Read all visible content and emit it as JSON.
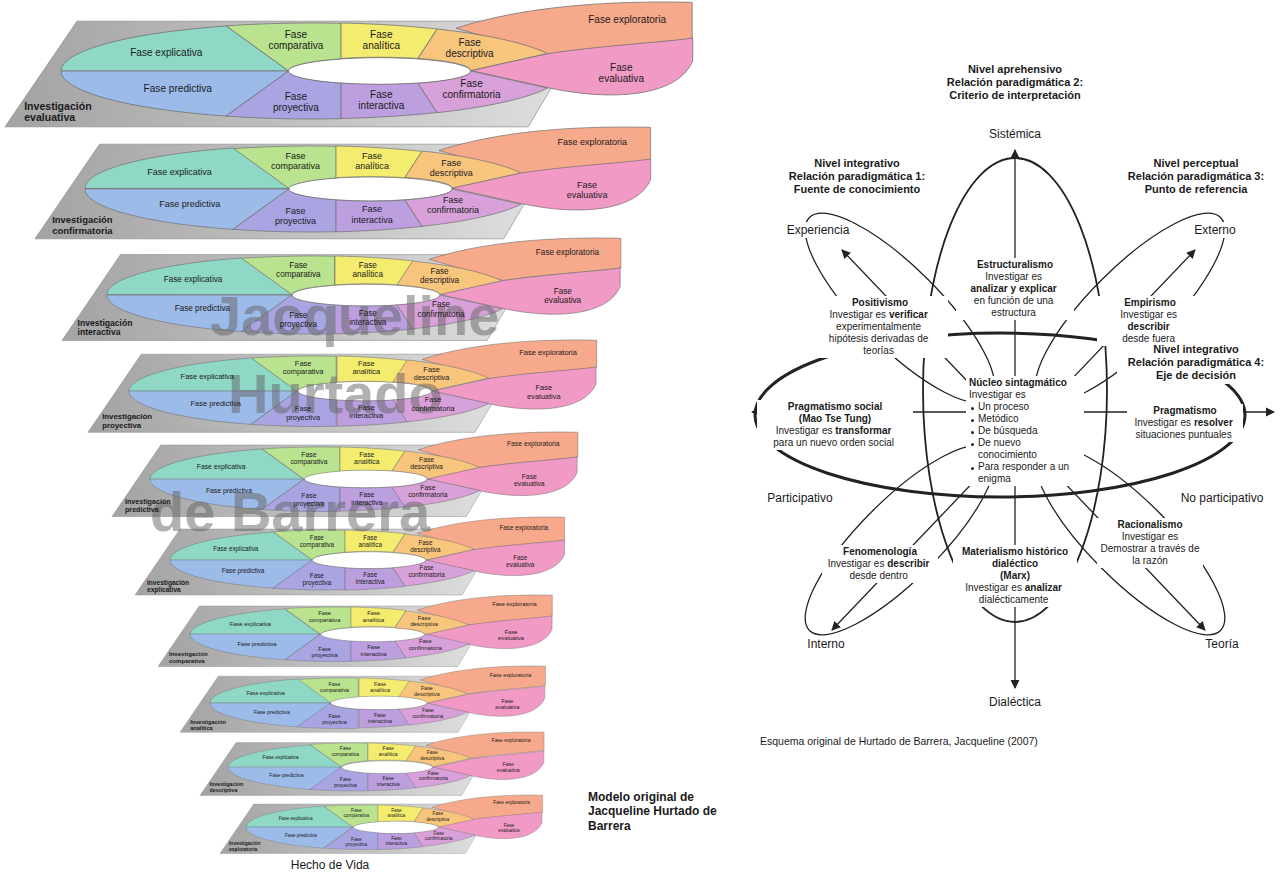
{
  "diagram": {
    "nodes": [
      {
        "text": [
          "Investigación evaluativa"
        ]
      },
      {
        "text": [
          "Fase exploratoria"
        ],
        "in": 0
      },
      {
        "text": [
          "Fase comparativa"
        ],
        "in": 0
      },
      {
        "text": [
          "Fase analítica"
        ],
        "in": 0
      },
      {
        "text": [
          "Fase descriptiva"
        ],
        "in": 0
      },
      {
        "text": [
          "Fase explicativa"
        ],
        "in": 0
      },
      {
        "text": [
          "Fase evaluativa"
        ],
        "in": 0
      },
      {
        "text": [
          "Fase predictiva"
        ],
        "in": 0
      },
      {
        "text": [
          "Fase proyectiva"
        ],
        "in": 0
      },
      {
        "text": [
          "Fase interactiva"
        ],
        "in": 0
      },
      {
        "text": [
          "Fase confirmatoria"
        ],
        "in": 0
      },
      {
        "text": [
          "Investigación confirmatoria"
        ]
      },
      {
        "text": [
          "Fase exploratoria"
        ],
        "in": 11
      },
      {
        "text": [
          "Fase comparativa"
        ],
        "in": 11
      },
      {
        "text": [
          "Fase analítica"
        ],
        "in": 11
      },
      {
        "text": [
          "Fase descriptiva"
        ],
        "in": 11
      },
      {
        "text": [
          "Fase explicativa"
        ],
        "in": 11
      },
      {
        "text": [
          "Fase evaluativa"
        ],
        "in": 11
      },
      {
        "text": [
          "Fase predictiva"
        ],
        "in": 11
      },
      {
        "text": [
          "Fase proyectiva"
        ],
        "in": 11
      },
      {
        "text": [
          "Fase interactiva"
        ],
        "in": 11
      },
      {
        "text": [
          "Fase confirmatoria"
        ],
        "in": 11
      },
      {
        "text": [
          "Investigación interactiva"
        ]
      },
      {
        "text": [
          "Fase exploratoria"
        ],
        "in": 22
      },
      {
        "text": [
          "Fase comparativa"
        ],
        "in": 22
      },
      {
        "text": [
          "Fase analítica"
        ],
        "in": 22
      },
      {
        "text": [
          "Fase descriptiva"
        ],
        "in": 22
      },
      {
        "text": [
          "Fase explicativa"
        ],
        "in": 22
      },
      {
        "text": [
          "Fase evaluativa"
        ],
        "in": 22
      },
      {
        "text": [
          "Fase predictiva"
        ],
        "in": 22
      },
      {
        "text": [
          "Fase proyectiva"
        ],
        "in": 22
      },
      {
        "text": [
          "Fase interactiva"
        ],
        "in": 22
      },
      {
        "text": [
          "Fase confirmatoria"
        ],
        "in": 22
      },
      {
        "text": [
          "Investigación proyectiva"
        ]
      },
      {
        "text": [
          "Fase exploratoria"
        ],
        "in": 33
      },
      {
        "text": [
          "Fase comparativa"
        ],
        "in": 33
      },
      {
        "text": [
          "Fase analítica"
        ],
        "in": 33
      },
      {
        "text": [
          "Fase descriptiva"
        ],
        "in": 33
      },
      {
        "text": [
          "Fase explicativa"
        ],
        "in": 33
      },
      {
        "text": [
          "Fase evaluativa"
        ],
        "in": 33
      },
      {
        "text": [
          "Fase predictiva"
        ],
        "in": 33
      },
      {
        "text": [
          "Fase proyectiva"
        ],
        "in": 33
      },
      {
        "text": [
          "Fase interactiva"
        ],
        "in": 33
      },
      {
        "text": [
          "Fase confirmatoria"
        ],
        "in": 33
      },
      {
        "text": [
          "Investigación predictiva"
        ]
      },
      {
        "text": [
          "Fase exploratoria"
        ],
        "in": 44
      },
      {
        "text": [
          "Fase comparativa"
        ],
        "in": 44
      },
      {
        "text": [
          "Fase analítica"
        ],
        "in": 44
      },
      {
        "text": [
          "Fase descriptiva"
        ],
        "in": 44
      },
      {
        "text": [
          "Fase explicativa"
        ],
        "in": 44
      },
      {
        "text": [
          "Fase evaluativa"
        ],
        "in": 44
      },
      {
        "text": [
          "Fase predictiva"
        ],
        "in": 44
      },
      {
        "text": [
          "Fase proyectiva"
        ],
        "in": 44
      },
      {
        "text": [
          "Fase interactiva"
        ],
        "in": 44
      },
      {
        "text": [
          "Fase confirmatoria"
        ],
        "in": 44
      },
      {
        "text": [
          "Investigación explicativa"
        ]
      },
      {
        "text": [
          "Fase exploratoria"
        ],
        "in": 55
      },
      {
        "text": [
          "Fase comparativa"
        ],
        "in": 55
      },
      {
        "text": [
          "Fase analítica"
        ],
        "in": 55
      },
      {
        "text": [
          "Fase descriptiva"
        ],
        "in": 55
      },
      {
        "text": [
          "Fase explicativa"
        ],
        "in": 55
      },
      {
        "text": [
          "Fase evaluativa"
        ],
        "in": 55
      },
      {
        "text": [
          "Fase predictiva"
        ],
        "in": 55
      },
      {
        "text": [
          "Fase proyectiva"
        ],
        "in": 55
      },
      {
        "text": [
          "Fase interactiva"
        ],
        "in": 55
      },
      {
        "text": [
          "Fase confirmatoria"
        ],
        "in": 55
      },
      {
        "text": [
          "Investigación comparativa"
        ]
      },
      {
        "text": [
          "Fase exploratoria"
        ],
        "in": 66
      },
      {
        "text": [
          "Fase comparativa"
        ],
        "in": 66
      },
      {
        "text": [
          "Fase analítica"
        ],
        "in": 66
      },
      {
        "text": [
          "Fase descriptiva"
        ],
        "in": 66
      },
      {
        "text": [
          "Fase explicativa"
        ],
        "in": 66
      },
      {
        "text": [
          "Fase evaluativa"
        ],
        "in": 66
      },
      {
        "text": [
          "Fase predictiva"
        ],
        "in": 66
      },
      {
        "text": [
          "Fase proyectiva"
        ],
        "in": 66
      },
      {
        "text": [
          "Fase interactiva"
        ],
        "in": 66
      },
      {
        "text": [
          "Fase confirmatoria"
        ],
        "in": 66
      },
      {
        "text": [
          "Investigación analítica"
        ]
      },
      {
        "text": [
          "Fase exploratoria"
        ],
        "in": 77
      },
      {
        "text": [
          "Fase comparativa"
        ],
        "in": 77
      },
      {
        "text": [
          "Fase analítica"
        ],
        "in": 77
      },
      {
        "text": [
          "Fase descriptiva"
        ],
        "in": 77
      },
      {
        "text": [
          "Fase explicativa"
        ],
        "in": 77
      },
      {
        "text": [
          "Fase evaluativa"
        ],
        "in": 77
      },
      {
        "text": [
          "Fase predictiva"
        ],
        "in": 77
      },
      {
        "text": [
          "Fase proyectiva"
        ],
        "in": 77
      },
      {
        "text": [
          "Fase interactiva"
        ],
        "in": 77
      },
      {
        "text": [
          "Fase confirmatoria"
        ],
        "in": 77
      },
      {
        "text": [
          "Investigación descriptiva"
        ]
      },
      {
        "text": [
          "Fase exploratoria"
        ],
        "in": 88
      },
      {
        "text": [
          "Fase comparativa"
        ],
        "in": 88
      },
      {
        "text": [
          "Fase analítica"
        ],
        "in": 88
      },
      {
        "text": [
          "Fase descriptiva"
        ],
        "in": 88
      },
      {
        "text": [
          "Fase explicativa"
        ],
        "in": 88
      },
      {
        "text": [
          "Fase evaluativa"
        ],
        "in": 88
      },
      {
        "text": [
          "Fase predictiva"
        ],
        "in": 88
      },
      {
        "text": [
          "Fase proyectiva"
        ],
        "in": 88
      },
      {
        "text": [
          "Fase interactiva"
        ],
        "in": 88
      },
      {
        "text": [
          "Fase confirmatoria"
        ],
        "in": 88
      },
      {
        "text": [
          "Investigación exploratoria"
        ]
      },
      {
        "text": [
          "Fase exploratoria"
        ],
        "in": 99
      },
      {
        "text": [
          "Fase comparativa"
        ],
        "in": 99
      },
      {
        "text": [
          "Fase analítica"
        ],
        "in": 99
      },
      {
        "text": [
          "Fase descriptiva"
        ],
        "in": 99
      },
      {
        "text": [
          "Fase explicativa"
        ],
        "in": 99
      },
      {
        "text": [
          "Fase evaluativa"
        ],
        "in": 99
      },
      {
        "text": [
          "Fase predictiva"
        ],
        "in": 99
      },
      {
        "text": [
          "Fase proyectiva"
        ],
        "in": 99
      },
      {
        "text": [
          "Fase interactiva"
        ],
        "in": 99
      },
      {
        "text": [
          "Fase confirmatoria"
        ],
        "in": 99
      }
    ],
    "labels": [
      "Jacqueline",
      "Hurtado",
      "de Barrera",
      "Hecho de Vida",
      "Modelo original de Jacqueline Hurtado de Barrera",
      "Nivel aprehensivo",
      "Relación paradigmática 2:",
      "Criterio de interpretación",
      "Sistémica",
      "Nivel integrativo",
      "Relación paradigmática 1:",
      "Fuente de conocimiento",
      "Nivel perceptual",
      "Relación paradigmática 3:",
      "Punto de referencia",
      "Experiencia",
      "Externo",
      "Estructuralismo",
      "Investigar es",
      "analizar y explicar",
      "en función de una estructura",
      "Positivismo",
      "Investigar es",
      "verificar",
      "experimentalmente hipótesis derivadas de teorías",
      "Empirismo",
      "Investigar es",
      "describir",
      "desde fuera",
      "Nivel integrativo",
      "Relación paradigmática 4:",
      "Eje de decisión",
      "Núcleo sintagmático",
      "Investigar es",
      "Un proceso",
      "Metódico",
      "De búsqueda",
      "De nuevo conocimiento",
      "Para responder a un enigma",
      "Pragmatismo social",
      "(Mao Tse Tung)",
      "Investigar es",
      "transformar",
      "para un nuevo orden social",
      "Pragmatismo",
      "Investigar es",
      "resolver",
      "situaciones puntuales",
      "Participativo",
      "No participativo",
      "Racionalismo",
      "Investigar es Demostrar a través de la razón",
      "Fenomenología",
      "Investigar es",
      "describir",
      "desde dentro",
      "Materialismo histórico dialéctico",
      "(Marx)",
      "Investigar es",
      "analizar",
      "dialécticamente",
      "Interno",
      "Teoría",
      "Dialéctica",
      "Esquema original de Hurtado de Barrera, Jacqueline (2007)"
    ]
  }
}
